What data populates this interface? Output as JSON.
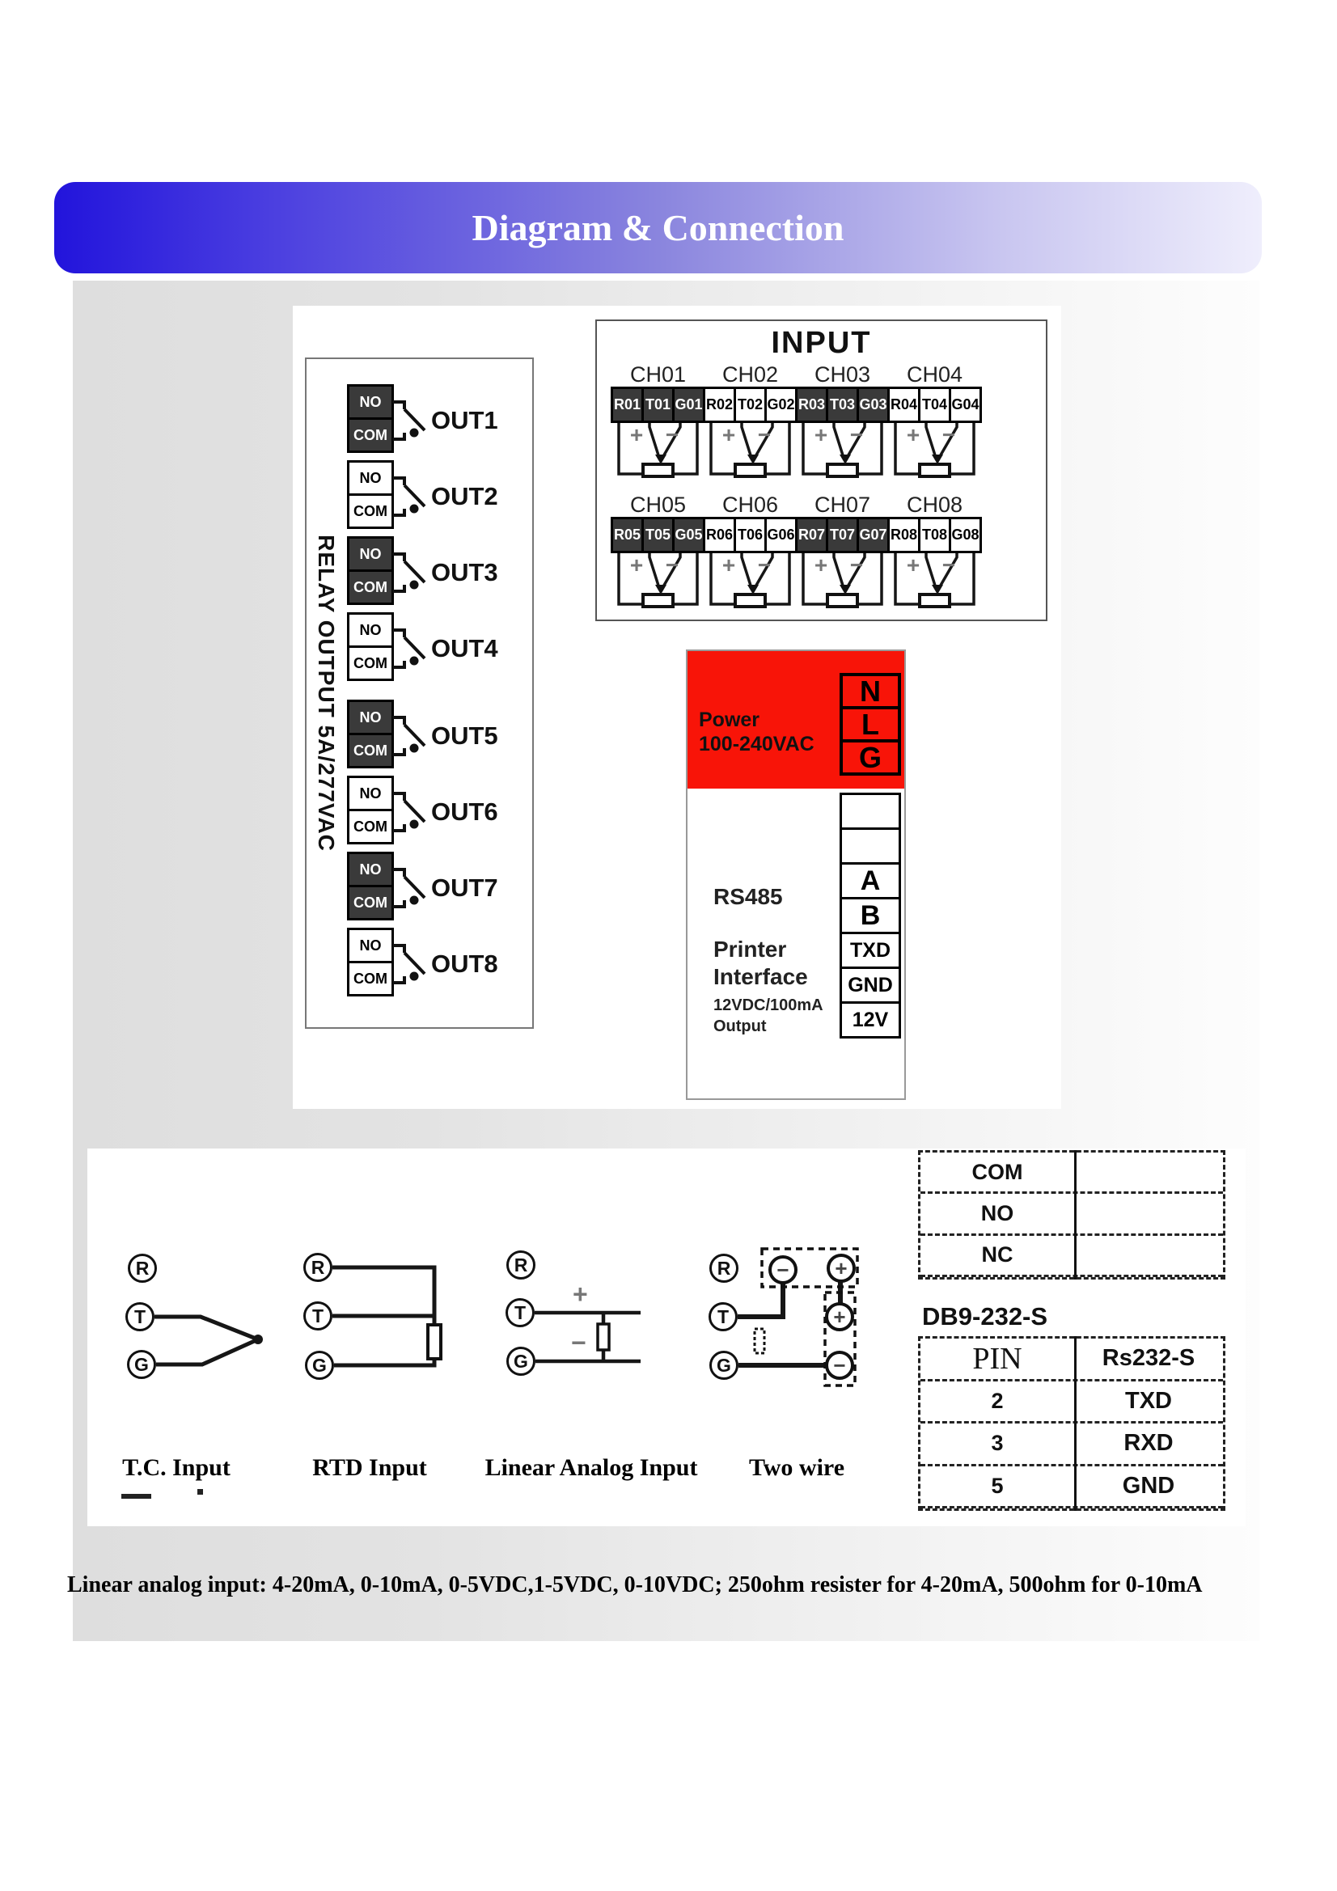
{
  "page": {
    "title": "Diagram & Connection"
  },
  "relay_section": {
    "vertical_label": "RELAY OUTPUT 5A/277VAC",
    "no_label": "NO",
    "com_label": "COM",
    "outputs": [
      {
        "label": "OUT1"
      },
      {
        "label": "OUT2"
      },
      {
        "label": "OUT3"
      },
      {
        "label": "OUT4"
      },
      {
        "label": "OUT5"
      },
      {
        "label": "OUT6"
      },
      {
        "label": "OUT7"
      },
      {
        "label": "OUT8"
      }
    ]
  },
  "input_section": {
    "title": "INPUT",
    "plus": "+",
    "minus": "−",
    "rows": [
      {
        "channels": [
          {
            "name": "CH01",
            "terminals": [
              "R01",
              "T01",
              "G01"
            ]
          },
          {
            "name": "CH02",
            "terminals": [
              "R02",
              "T02",
              "G02"
            ]
          },
          {
            "name": "CH03",
            "terminals": [
              "R03",
              "T03",
              "G03"
            ]
          },
          {
            "name": "CH04",
            "terminals": [
              "R04",
              "T04",
              "G04"
            ]
          }
        ]
      },
      {
        "channels": [
          {
            "name": "CH05",
            "terminals": [
              "R05",
              "T05",
              "G05"
            ]
          },
          {
            "name": "CH06",
            "terminals": [
              "R06",
              "T06",
              "G06"
            ]
          },
          {
            "name": "CH07",
            "terminals": [
              "R07",
              "T07",
              "G07"
            ]
          },
          {
            "name": "CH08",
            "terminals": [
              "R08",
              "T08",
              "G08"
            ]
          }
        ]
      }
    ]
  },
  "power_section": {
    "line1": "Power",
    "line2": "100-240VAC",
    "red_color": "#f81408",
    "terminals": [
      "N",
      "L",
      "G"
    ]
  },
  "comm_section": {
    "rs485": "RS485",
    "printer1": "Printer",
    "printer2": "Interface",
    "aux1": "12VDC/100mA",
    "aux2": "Output",
    "terminals": [
      "",
      "",
      "A",
      "B",
      "TXD",
      "GND",
      "12V"
    ]
  },
  "sensor_diagrams": {
    "tc": {
      "label": "T.C. Input",
      "terminals": [
        "R",
        "T",
        "G"
      ]
    },
    "rtd": {
      "label": "RTD Input",
      "terminals": [
        "R",
        "T",
        "G"
      ]
    },
    "linear": {
      "label": "Linear Analog Input",
      "terminals": [
        "R",
        "T",
        "G"
      ],
      "plus": "+",
      "minus": "−"
    },
    "two_wire": {
      "label": "Two wire",
      "terminals": [
        "R",
        "T",
        "G"
      ],
      "nodes": [
        "−",
        "+",
        "+",
        "−"
      ]
    }
  },
  "relay_contact_table": {
    "rows": [
      "COM",
      "NO",
      "NC"
    ]
  },
  "db9_table": {
    "title": "DB9-232-S",
    "col1_header": "PIN",
    "col2_header": "Rs232-S",
    "rows": [
      {
        "pin": "2",
        "signal": "TXD"
      },
      {
        "pin": "3",
        "signal": "RXD"
      },
      {
        "pin": "5",
        "signal": "GND"
      }
    ]
  },
  "footnote": "Linear analog input: 4-20mA, 0-10mA, 0-5VDC,1-5VDC, 0-10VDC; 250ohm resister for 4-20mA, 500ohm for 0-10mA",
  "colors": {
    "banner_start": "#2214dc",
    "banner_end": "#efeefc",
    "dark_cell": "#3a3a3a"
  }
}
